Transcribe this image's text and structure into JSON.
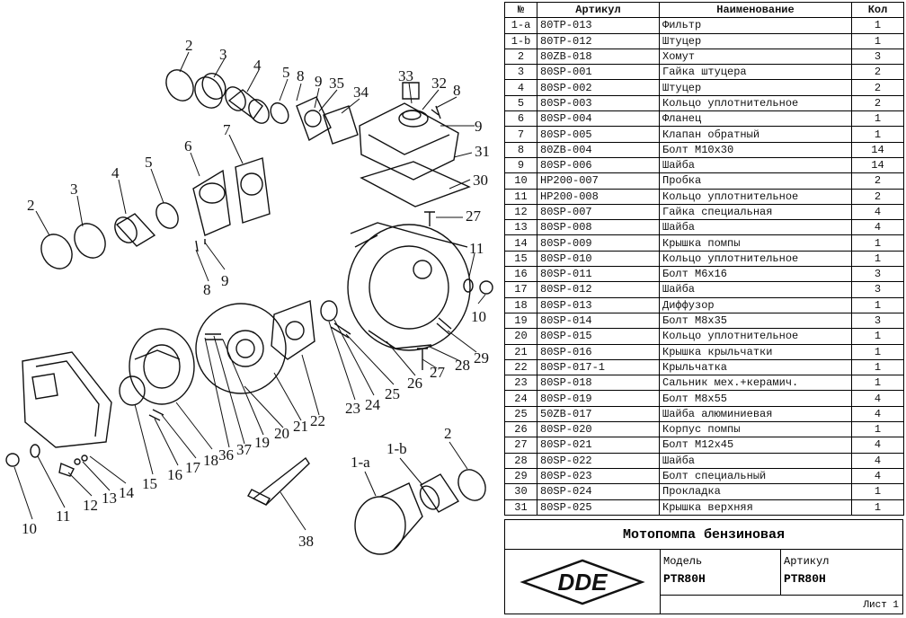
{
  "table": {
    "headers": {
      "no": "№",
      "article": "Артикул",
      "name": "Наименование",
      "qty": "Кол"
    },
    "rows": [
      {
        "no": "1-a",
        "article": "80TP-013",
        "name": "Фильтр",
        "qty": "1"
      },
      {
        "no": "1-b",
        "article": "80TP-012",
        "name": "Штуцер",
        "qty": "1"
      },
      {
        "no": "2",
        "article": "80ZB-018",
        "name": "Хомут",
        "qty": "3"
      },
      {
        "no": "3",
        "article": "80SP-001",
        "name": "Гайка штуцера",
        "qty": "2"
      },
      {
        "no": "4",
        "article": "80SP-002",
        "name": "Штуцер",
        "qty": "2"
      },
      {
        "no": "5",
        "article": "80SP-003",
        "name": "Кольцо уплотнительное",
        "qty": "2"
      },
      {
        "no": "6",
        "article": "80SP-004",
        "name": "Фланец",
        "qty": "1"
      },
      {
        "no": "7",
        "article": "80SP-005",
        "name": "Клапан обратный",
        "qty": "1"
      },
      {
        "no": "8",
        "article": "80ZB-004",
        "name": "Болт М10х30",
        "qty": "14"
      },
      {
        "no": "9",
        "article": "80SP-006",
        "name": "Шайба",
        "qty": "14"
      },
      {
        "no": "10",
        "article": "HP200-007",
        "name": "Пробка",
        "qty": "2"
      },
      {
        "no": "11",
        "article": "HP200-008",
        "name": "Кольцо уплотнительное",
        "qty": "2"
      },
      {
        "no": "12",
        "article": "80SP-007",
        "name": "Гайка специальная",
        "qty": "4"
      },
      {
        "no": "13",
        "article": "80SP-008",
        "name": "Шайба",
        "qty": "4"
      },
      {
        "no": "14",
        "article": "80SP-009",
        "name": "Крышка помпы",
        "qty": "1"
      },
      {
        "no": "15",
        "article": "80SP-010",
        "name": "Кольцо уплотнительное",
        "qty": "1"
      },
      {
        "no": "16",
        "article": "80SP-011",
        "name": "Болт М6х16",
        "qty": "3"
      },
      {
        "no": "17",
        "article": "80SP-012",
        "name": "Шайба",
        "qty": "3"
      },
      {
        "no": "18",
        "article": "80SP-013",
        "name": "Диффузор",
        "qty": "1"
      },
      {
        "no": "19",
        "article": "80SP-014",
        "name": "Болт М8х35",
        "qty": "3"
      },
      {
        "no": "20",
        "article": "80SP-015",
        "name": "Кольцо уплотнительное",
        "qty": "1"
      },
      {
        "no": "21",
        "article": "80SP-016",
        "name": "Крышка крыльчатки",
        "qty": "1"
      },
      {
        "no": "22",
        "article": "80SP-017-1",
        "name": "Крыльчатка",
        "qty": "1"
      },
      {
        "no": "23",
        "article": "80SP-018",
        "name": "Сальник мех.+керамич.",
        "qty": "1"
      },
      {
        "no": "24",
        "article": "80SP-019",
        "name": "Болт М8х55",
        "qty": "4"
      },
      {
        "no": "25",
        "article": "50ZB-017",
        "name": "Шайба алюминиевая",
        "qty": "4"
      },
      {
        "no": "26",
        "article": "80SP-020",
        "name": "Корпус помпы",
        "qty": "1"
      },
      {
        "no": "27",
        "article": "80SP-021",
        "name": "Болт М12х45",
        "qty": "4"
      },
      {
        "no": "28",
        "article": "80SP-022",
        "name": "Шайба",
        "qty": "4"
      },
      {
        "no": "29",
        "article": "80SP-023",
        "name": "Болт специальный",
        "qty": "4"
      },
      {
        "no": "30",
        "article": "80SP-024",
        "name": "Прокладка",
        "qty": "1"
      },
      {
        "no": "31",
        "article": "80SP-025",
        "name": "Крышка верхняя",
        "qty": "1"
      }
    ]
  },
  "title_block": {
    "title": "Мотопомпа бензиновая",
    "logo_text": "DDE",
    "model_label": "Модель",
    "model_value": "PTR80H",
    "article_label": "Артикул",
    "article_value": "PTR80H",
    "sheet": "Лист 1"
  },
  "callouts": [
    "2",
    "3",
    "4",
    "5",
    "8",
    "9",
    "35",
    "34",
    "33",
    "32",
    "8",
    "9",
    "31",
    "30",
    "6",
    "7",
    "5",
    "4",
    "3",
    "2",
    "27",
    "11",
    "10",
    "8",
    "9",
    "29",
    "28",
    "27",
    "26",
    "25",
    "24",
    "23",
    "22",
    "21",
    "20",
    "19",
    "37",
    "36",
    "18",
    "17",
    "16",
    "15",
    "14",
    "13",
    "12",
    "11",
    "10",
    "38",
    "1-a",
    "1-b",
    "2"
  ]
}
